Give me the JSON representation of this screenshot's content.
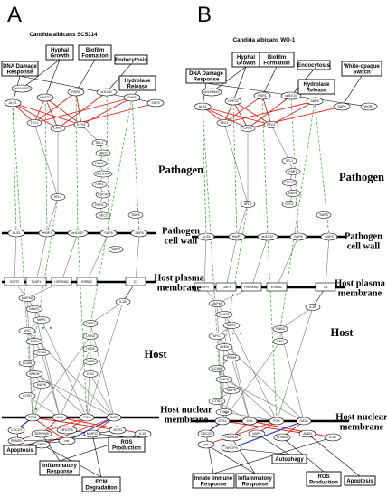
{
  "panelA": {
    "letter": "A",
    "title": "Candida albicans SC5314",
    "top_boxes": [
      "DNA Damage\nResponse",
      "Hyphal\nGrowth",
      "Biofilm\nFormation",
      "Endocytosis",
      "Hydrolase\nRelease"
    ],
    "bottom_boxes": [
      "Apoptosis",
      "Inflammatory\nResponse",
      "ROS\nProduction",
      "ECM\nDegradation"
    ]
  },
  "panelB": {
    "letter": "B",
    "title": "Candida albicans WO-1",
    "top_boxes": [
      "DNA Damage\nResponse",
      "Hyphal\nGrowth",
      "Biofilm\nFormation",
      "Endocytosis",
      "Hydrolase\nRelease",
      "White-opaque\nSwitch"
    ],
    "bottom_boxes": [
      "Innate Immune\nResponse",
      "Inflammatory\nResponse",
      "Autophagy",
      "ROS\nProduction",
      "Apoptosis"
    ]
  },
  "layers": {
    "pathogen": "Pathogen",
    "pathogen_cell_wall": "Pathogen\ncell wall",
    "host_plasma_membrane": "Host plasma\nmembrane",
    "host": "Host",
    "host_nuclear_membrane": "Host nuclear\nmembrane"
  },
  "nodesA": {
    "top_row": [
      "ALS3",
      "HHF22",
      "RSR1",
      "orf19.57",
      "SAP6",
      "SAP5",
      "orf19.6610"
    ],
    "cluster": [
      "TEC1",
      "CPH1",
      "EFG1"
    ],
    "pathogen_col": [
      "SFL1",
      "NRG1",
      "DLH1",
      "orf19.400",
      "FAR1",
      "CDC42",
      "RSR1",
      "SEC2"
    ],
    "misc": [
      "SFL2",
      "SAP6",
      "SAP5"
    ],
    "cell_wall": [
      "ALS3",
      "HWP1",
      "orf19.57",
      "SAP5",
      "SAP6"
    ],
    "plasma": [
      "EGFR",
      "TJAP1",
      "HSP90B1",
      "ERBB2",
      "C3"
    ],
    "host_col": [
      "MAPK6",
      "NFATC",
      "MRPL",
      "MYC",
      "AVEN",
      "PRDM",
      "CCAM",
      "HMGN",
      "MAPK",
      "CTSD"
    ],
    "host_col2": [
      "IL1B",
      "GRB2",
      "UCN2",
      "H2D5",
      "RAB3",
      "EED"
    ],
    "nuclear": [
      "ETS1",
      "JUN",
      "FOX",
      "GATA"
    ],
    "outputs": [
      "CDC23",
      "SERPINB",
      "NFATP5",
      "MMP12",
      "AVEN",
      "IL1B",
      "PPARD",
      "GRB2",
      "mir"
    ]
  },
  "nodesB": {
    "top_row": [
      "ALS3",
      "HHF22",
      "RSR1",
      "orf19.57",
      "SAP6",
      "SAP5",
      "WOR1",
      "orf19.6610"
    ],
    "cluster": [
      "TEC1",
      "CPH1",
      "EFG1"
    ],
    "pathogen_col": [
      "SFL1",
      "FAR1",
      "CDC42",
      "RSR1",
      "SEC2"
    ],
    "misc": [
      "SFL2",
      "SAP5"
    ],
    "cell_wall": [
      "ALS3",
      "HWP1",
      "orf19.57",
      "SAP6",
      "SAP5"
    ],
    "plasma": [
      "EGFR",
      "TJAP1",
      "HSP90B1",
      "ERBB2",
      "C3"
    ],
    "host_col": [
      "MAPK6",
      "NFATC",
      "MRPL",
      "MYC",
      "AVEN",
      "PRDM",
      "CCAM",
      "HMGN",
      "MAPK",
      "CTSD",
      "TMEM"
    ],
    "host_col2": [
      "IL1B",
      "RAB3",
      "EED"
    ],
    "nuclear": [
      "ETS1",
      "JUN",
      "FOX",
      "GATA"
    ],
    "outputs": [
      "CDC23",
      "HSP90B",
      "VMP1",
      "PPARD",
      "AVEN",
      "IL1B",
      "mir",
      "NFATP5"
    ]
  },
  "colors": {
    "red": "#e0281e",
    "green": "#33a02c",
    "blue": "#1f3fd6",
    "gray": "#7a7a7a"
  }
}
